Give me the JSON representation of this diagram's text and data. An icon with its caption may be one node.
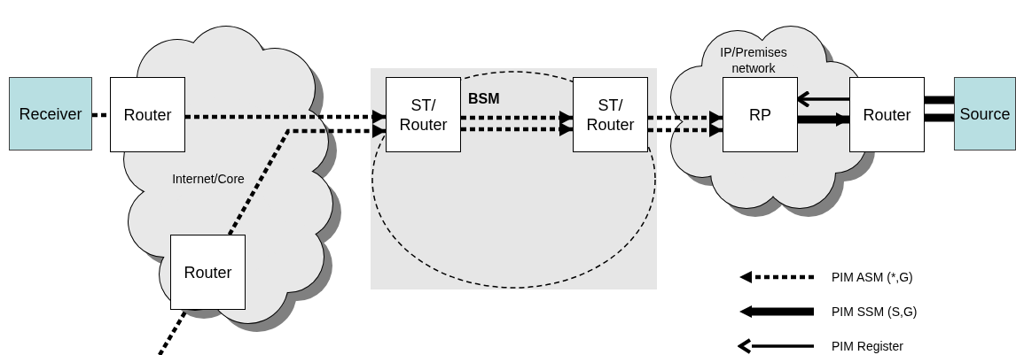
{
  "diagram": {
    "nodes": [
      {
        "text": [
          "Receiver"
        ]
      },
      {
        "text": [
          "Router"
        ]
      },
      {
        "text": [
          "Internet/Core"
        ]
      },
      {
        "text": [
          "Router"
        ],
        "in": 2
      },
      {
        "text": [],
        "shape": "box"
      },
      {
        "text": [],
        "shape": "circle",
        "in": 4
      },
      {
        "text": [
          "ST/ Router"
        ],
        "in": 5
      },
      {
        "text": [
          "ST/ Router"
        ],
        "in": 5
      },
      {
        "text": [
          "IP/Premises network"
        ]
      },
      {
        "text": [
          "RP"
        ],
        "in": 8
      },
      {
        "text": [
          "Router"
        ]
      },
      {
        "text": [
          "Source"
        ]
      }
    ],
    "edges": [
      {
        "from": 0,
        "to": 1,
        "arrow": "none",
        "style": "dashed"
      },
      {
        "from": 1,
        "to": 6,
        "arrow": "to",
        "style": "dashed"
      },
      {
        "from": null,
        "to": 3,
        "arrow": "none",
        "style": "dashed"
      },
      {
        "from": 3,
        "to": 6,
        "arrow": "to",
        "style": "dashed"
      },
      {
        "from": 6,
        "to": 7,
        "arrow": "to",
        "style": "dashed"
      },
      {
        "from": 6,
        "to": 7,
        "arrow": "to",
        "style": "dashed"
      },
      {
        "from": 7,
        "to": 9,
        "arrow": "to",
        "style": "dashed"
      },
      {
        "from": 7,
        "to": 9,
        "arrow": "to",
        "style": "dashed"
      },
      {
        "from": 10,
        "to": 9,
        "arrow": "to"
      },
      {
        "from": 9,
        "to": 10,
        "arrow": "to",
        "style": "thick"
      },
      {
        "from": 10,
        "to": 11,
        "arrow": "none",
        "style": "thick"
      },
      {
        "from": 10,
        "to": 11,
        "arrow": "none",
        "style": "thick"
      }
    ],
    "labels": [
      "BSM"
    ],
    "legend": [
      {
        "text": "PIM ASM (*,G)"
      },
      {
        "text": "PIM SSM (S,G)"
      },
      {
        "text": "PIM Register"
      }
    ]
  }
}
